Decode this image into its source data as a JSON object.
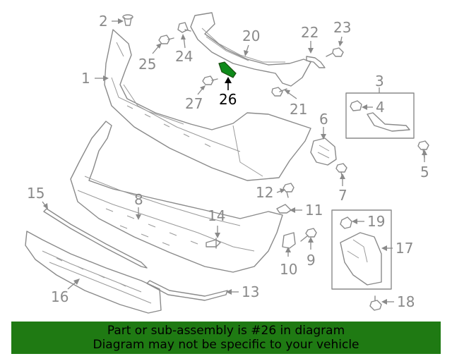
{
  "diagram": {
    "highlight_color": "#0e8a1a",
    "footer_color": "#1f7a13",
    "callouts": {
      "c1": "1",
      "c2": "2",
      "c3": "3",
      "c4": "4",
      "c5": "5",
      "c6": "6",
      "c7": "7",
      "c8": "8",
      "c9": "9",
      "c10": "10",
      "c11": "11",
      "c12": "12",
      "c13": "13",
      "c14": "14",
      "c15": "15",
      "c16": "16",
      "c17": "17",
      "c18": "18",
      "c19": "19",
      "c20": "20",
      "c21": "21",
      "c22": "22",
      "c23": "23",
      "c24": "24",
      "c25": "25",
      "c26": "26",
      "c27": "27"
    }
  },
  "footer": {
    "line1": "Part or sub-assembly is #26 in diagram",
    "line2": "Diagram may not be specific to your vehicle"
  }
}
